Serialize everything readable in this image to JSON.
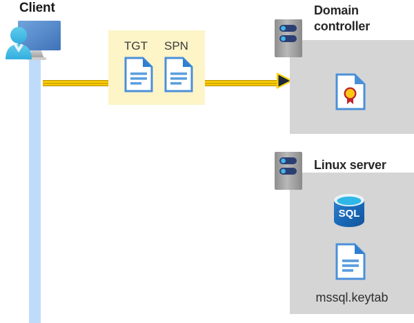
{
  "diagram": {
    "title_client": "Client",
    "actors": [
      {
        "id": "client",
        "label": "Client",
        "icon": "user-monitor-icon"
      },
      {
        "id": "domain-controller",
        "label": "Domain\ncontroller",
        "icon": "server-icon"
      },
      {
        "id": "linux-server",
        "label": "Linux server",
        "icon": "server-icon"
      }
    ],
    "domain_controller": {
      "title_line1": "Domain",
      "title_line2": "controller",
      "contents": [
        {
          "icon": "certificate-document-icon",
          "caption": ""
        }
      ]
    },
    "linux_server": {
      "title": "Linux server",
      "contents": [
        {
          "icon": "sql-database-icon",
          "caption": "SQL"
        },
        {
          "icon": "document-icon",
          "caption": "mssql.keytab"
        }
      ]
    },
    "message": {
      "tokens": [
        {
          "label": "TGT",
          "icon": "document-icon"
        },
        {
          "label": "SPN",
          "icon": "document-icon"
        }
      ],
      "arrow_direction": "right",
      "from": "client",
      "to": "domain-controller"
    },
    "sql_badge_text": "SQL",
    "keytab_filename": "mssql.keytab"
  },
  "colors": {
    "highlight_box": "#fdf4c8",
    "arrow": "#ffd200",
    "arrow_edge": "#c49a00",
    "arrow_head": "#1f2a3c",
    "lifeline": "#bfdbfa",
    "server_panel": "#d5d5d5",
    "server_chassis": "#9a9a9a",
    "server_led": "#2c3f73",
    "doc_border": "#4a90d9",
    "sql_blue": "#1c6bba",
    "seal_gold": "#ffc714",
    "seal_red": "#c0242c",
    "text_dark": "#1a1a1a"
  }
}
